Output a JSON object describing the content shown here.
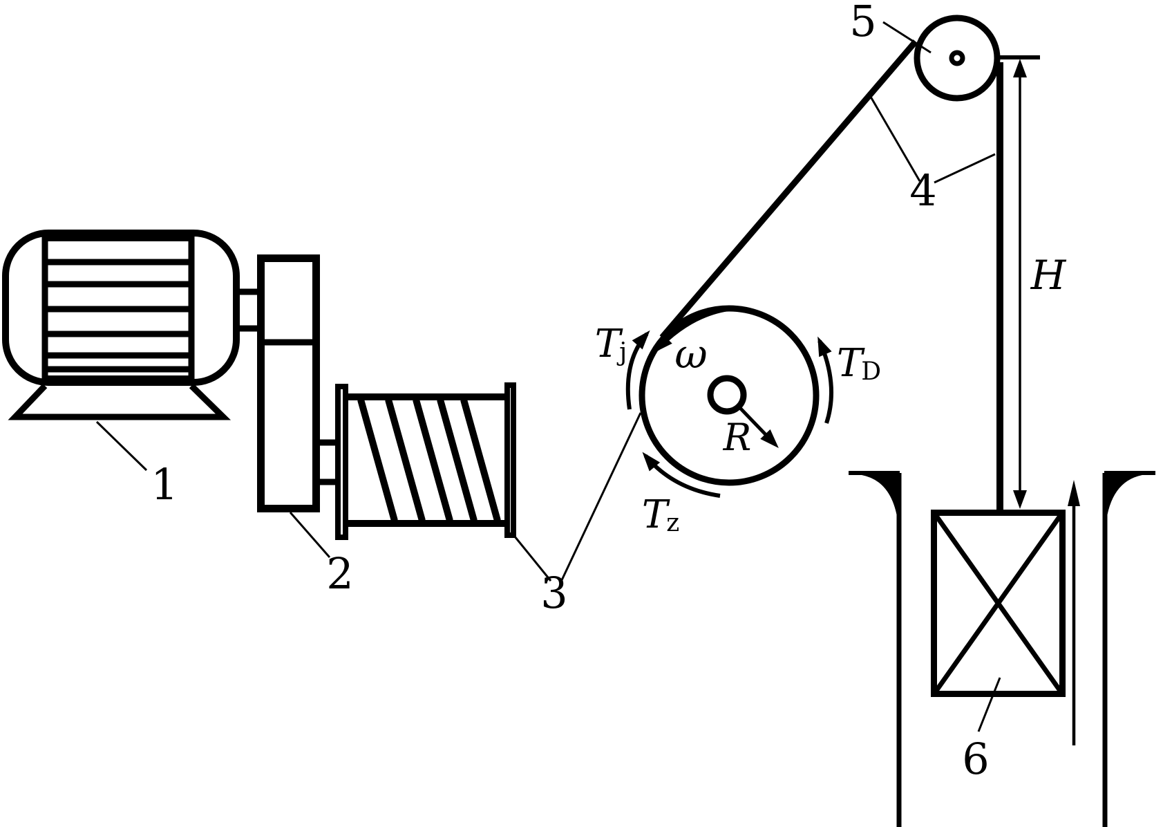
{
  "figure": {
    "background": "#ffffff",
    "ink": "#000000",
    "part_labels": {
      "motor": "1",
      "coupling": "2",
      "drum": "3",
      "rope": "4",
      "sheave": "5",
      "load": "6"
    },
    "symbols": {
      "rope_tension": {
        "base": "T",
        "sub": "j"
      },
      "angular_velocity": {
        "text": "ω"
      },
      "drive_torque": {
        "base": "T",
        "sub": "D"
      },
      "load_torque": {
        "base": "T",
        "sub": "z"
      },
      "drum_radius": {
        "text": "R"
      },
      "hoist_height": {
        "text": "H"
      }
    }
  }
}
